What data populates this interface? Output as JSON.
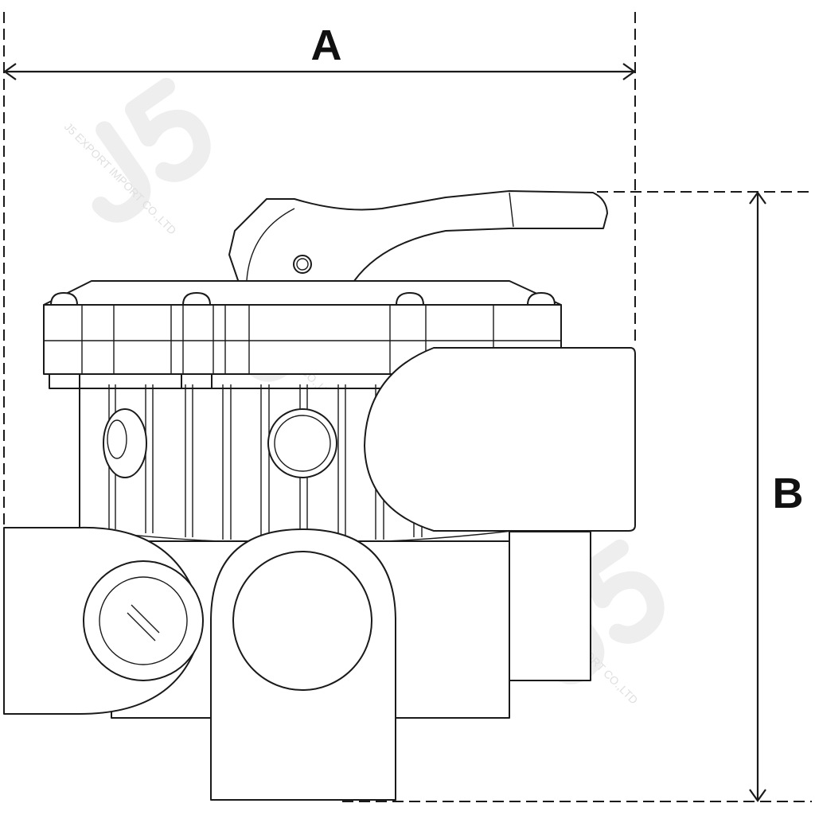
{
  "dimensions": {
    "a_label": "A",
    "b_label": "B"
  },
  "watermark": {
    "logo": "J5",
    "company": "J5 EXPORT IMPORT CO.,LTD"
  }
}
